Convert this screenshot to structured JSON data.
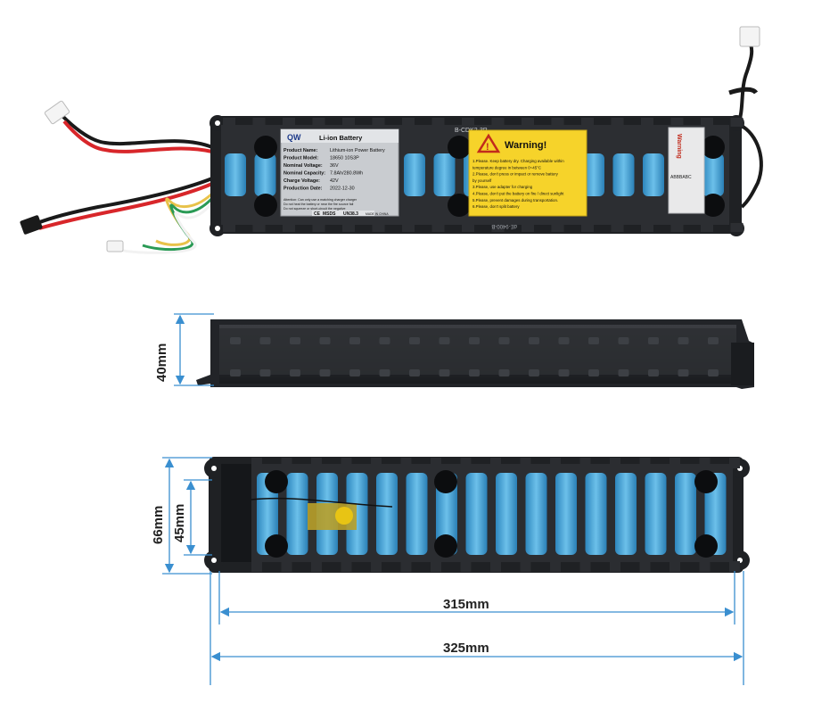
{
  "label": {
    "brand": "QW",
    "title": "Li-ion Battery",
    "rows": [
      {
        "k": "Product Name:",
        "v": "Lithium-ion Power Battery"
      },
      {
        "k": "Product Model:",
        "v": "18650  10S3P"
      },
      {
        "k": "Nominal Voltage:",
        "v": "36V"
      },
      {
        "k": "Nominal Capacity:",
        "v": "7.8Ah/280.8Wh"
      },
      {
        "k": "Charge Voltage:",
        "v": "42V"
      },
      {
        "k": "Production Date:",
        "v": "2022-12-30"
      }
    ],
    "attention_1": "Attention:   Can only use a matching charger charger",
    "attention_2": "Do not heat the battery or near the fire source fall",
    "attention_3": "Do not squeeze or short-circuit the negative",
    "cert_ce": "CE",
    "cert_msds": "MSDS",
    "cert_un": "UN38.3",
    "made": "MADE IN CHINA"
  },
  "warning": {
    "title": "Warning!",
    "lines": [
      "1.Please. Keep battery dry. Charging available within",
      "  temperature degree in between 0~45°C",
      "2.Please, don't press or impact or remove battery",
      "  by yourself",
      "3.Please, use adapter for charging",
      "4.Please, don't put the battery on fire / direct sunlight",
      "5.Please, prevent damages during transportation.",
      "6.Please, don't split battery"
    ]
  },
  "side_tag": {
    "title": "Warning",
    "code": "ABBBABC"
  },
  "pcb_top": "B-CDK2-3P",
  "pcb_bottom": "dE-9400-B",
  "dims": {
    "height_side": "40mm",
    "width_outer": "66mm",
    "width_inner": "45mm",
    "length_inner": "315mm",
    "length_outer": "325mm"
  },
  "colors": {
    "cell_blue": "#4aa3d3",
    "dim_line": "#3a8fd0",
    "warning_yellow": "#f6d32a",
    "pack_black": "#1b1d20"
  }
}
